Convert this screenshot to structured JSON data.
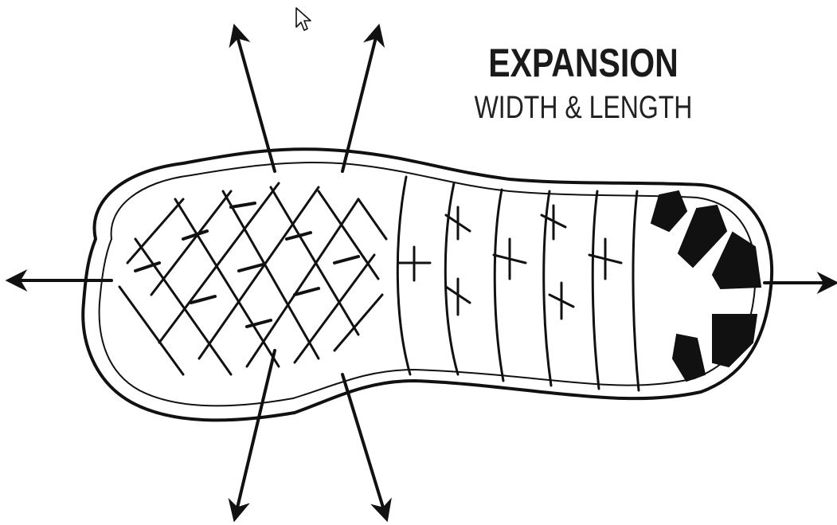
{
  "heading": {
    "title": "EXPANSION",
    "subtitle": "WIDTH & LENGTH"
  },
  "illustration": {
    "subject": "shoe-sole",
    "arrow_directions": [
      "up-left",
      "up-right",
      "left",
      "right",
      "down-left",
      "down-right"
    ]
  },
  "colors": {
    "ink": "#111111",
    "background": "#ffffff"
  }
}
